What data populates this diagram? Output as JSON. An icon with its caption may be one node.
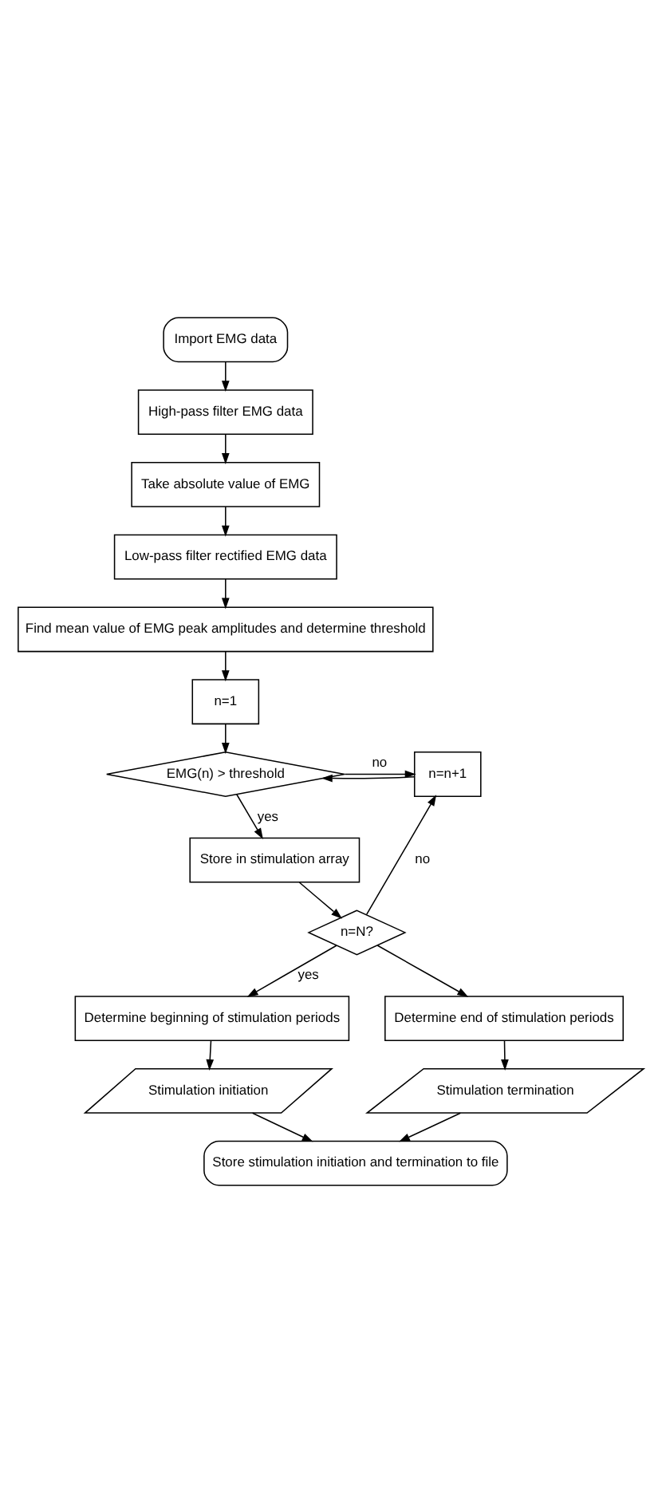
{
  "diagram": {
    "nodes": [
      {
        "text": [
          "Import EMG data"
        ]
      },
      {
        "text": [
          "High-pass filter EMG data"
        ]
      },
      {
        "text": [
          "Take absolute value of EMG"
        ]
      },
      {
        "text": [
          "Low-pass filter rectified EMG data"
        ]
      },
      {
        "text": [
          "Find mean value of EMG peak amplitudes and determine threshold"
        ]
      },
      {
        "text": [
          "n=1"
        ]
      },
      {
        "text": [
          "EMG(n) > threshold"
        ]
      },
      {
        "text": [
          "n=n+1"
        ]
      },
      {
        "text": [
          "Store in stimulation array"
        ]
      },
      {
        "text": [
          "n=N?"
        ]
      },
      {
        "text": [
          "Determine beginning of stimulation periods"
        ]
      },
      {
        "text": [
          "Determine end of stimulation periods"
        ]
      },
      {
        "text": [
          "Stimulation initiation"
        ]
      },
      {
        "text": [
          "Stimulation termination"
        ]
      },
      {
        "text": [
          "Store stimulation initiation and termination to file"
        ]
      }
    ],
    "edges": [
      {
        "from": 0,
        "to": 1,
        "arrow": "to"
      },
      {
        "from": 1,
        "to": 2,
        "arrow": "to"
      },
      {
        "from": 2,
        "to": 3,
        "arrow": "to"
      },
      {
        "from": 3,
        "to": 4,
        "arrow": "to"
      },
      {
        "from": 4,
        "to": 5,
        "arrow": "to"
      },
      {
        "from": 5,
        "to": 6,
        "arrow": "to"
      },
      {
        "from": 6,
        "to": 7,
        "arrow": "to",
        "label": "no"
      },
      {
        "from": 7,
        "to": 6,
        "arrow": "to"
      },
      {
        "from": 6,
        "to": 8,
        "arrow": "to",
        "label": "yes"
      },
      {
        "from": 8,
        "to": 9,
        "arrow": "to"
      },
      {
        "from": 9,
        "to": 7,
        "arrow": "to",
        "label": "no"
      },
      {
        "from": 9,
        "to": 10,
        "arrow": "to",
        "label": "yes"
      },
      {
        "from": 9,
        "to": 11,
        "arrow": "to"
      },
      {
        "from": 10,
        "to": 12,
        "arrow": "to"
      },
      {
        "from": 11,
        "to": 13,
        "arrow": "to"
      },
      {
        "from": 12,
        "to": 14,
        "arrow": "to"
      },
      {
        "from": 13,
        "to": 14,
        "arrow": "to"
      }
    ]
  }
}
